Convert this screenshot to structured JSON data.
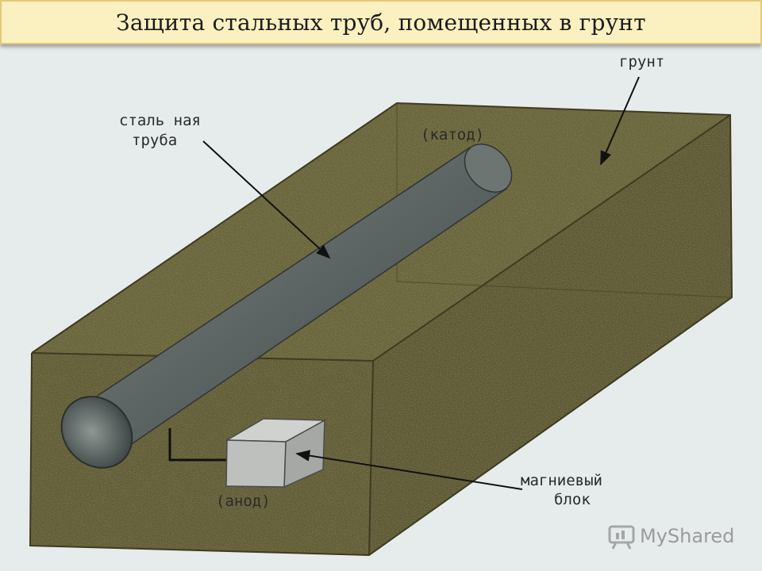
{
  "title": "Защита стальных труб, помещенных в грунт",
  "labels": {
    "soil": "грунт",
    "pipe_line1": "сталь ная",
    "pipe_line2": "труба",
    "cathode": "(катод)",
    "block_line1": "магниевый",
    "block_line2": "блок",
    "anode": "(анод)"
  },
  "watermark": "MyShared",
  "colors": {
    "title_bg": "#fbf1c0",
    "title_border": "#e4c878",
    "background": "#e6ecec",
    "soil": "#5e5a36",
    "pipe": "#5f6866",
    "block": "#b9bcb8"
  }
}
